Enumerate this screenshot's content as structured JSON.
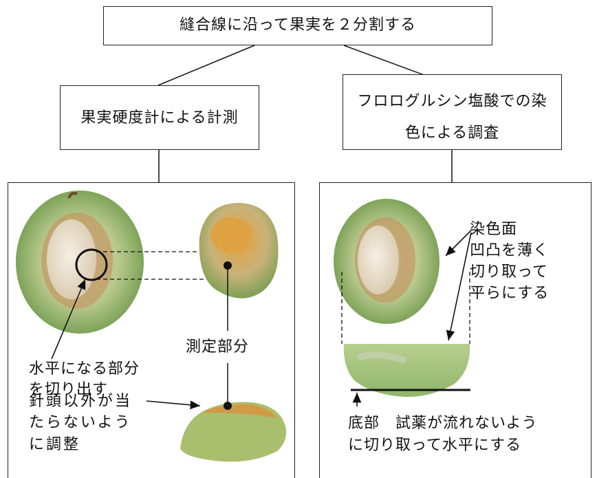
{
  "top_box": {
    "label": "縫合線に沿って果実を２分割する"
  },
  "left_branch": {
    "box_label": "果実硬度計による計測",
    "photo_icons": [
      "halved-peach-photo",
      "sliced-core-photo",
      "trimmed-wedge-photo"
    ],
    "callouts": {
      "cut_flat_line1": "水平になる部分",
      "cut_flat_line2": "を切り出す",
      "measure_part": "測定部分",
      "adjust_line1": "針頭以外が当",
      "adjust_line2": "たらないよう",
      "adjust_line3": "に調整"
    }
  },
  "right_branch": {
    "box_label_line1": "フロログルシン塩酸での染",
    "box_label_line2": "色による調査",
    "photo_icons": [
      "halved-peach-photo",
      "bottom-slice-photo"
    ],
    "callouts": {
      "stain_line1": "染色面",
      "stain_line2": "凹凸を薄く",
      "stain_line3": "切り取って",
      "stain_line4": "平らにする",
      "bottom_line1": "底部　試薬が流れないよう",
      "bottom_line2": "に切り取って水平にする"
    }
  },
  "colors": {
    "peach_flesh_green": "#8fb56a",
    "stone_cream": "#e8dcc4",
    "core_orange": "#d9912e",
    "line": "#111111"
  }
}
